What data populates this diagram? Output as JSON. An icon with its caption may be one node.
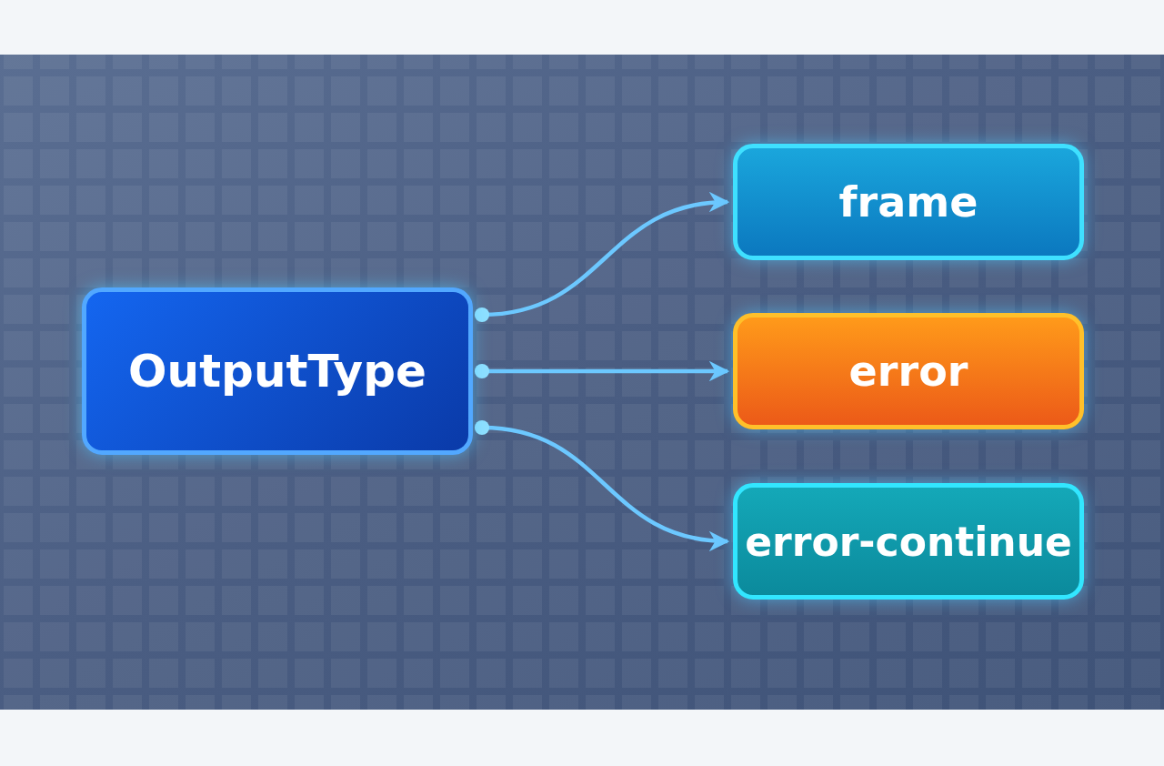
{
  "diagram": {
    "nodes": [
      {
        "text": [
          "OutputType"
        ]
      },
      {
        "text": [
          "frame"
        ]
      },
      {
        "text": [
          "error"
        ]
      },
      {
        "text": [
          "error-continue"
        ]
      }
    ],
    "edges": [
      {
        "from": 0,
        "to": 1,
        "arrow": "to"
      },
      {
        "from": 0,
        "to": 2,
        "arrow": "to"
      },
      {
        "from": 0,
        "to": 3,
        "arrow": "to"
      }
    ]
  }
}
